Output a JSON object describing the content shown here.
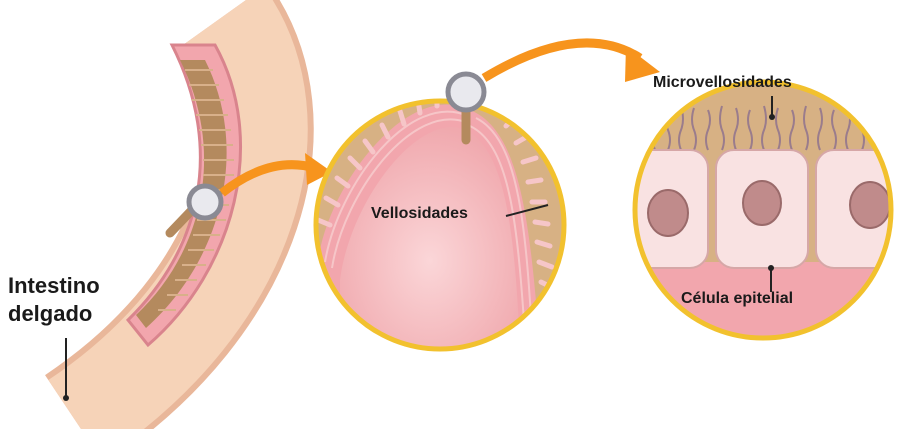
{
  "labels": {
    "intestino_line1": "Intestino",
    "intestino_line2": "delgado",
    "vellosidades": "Vellosidades",
    "microvellosidades": "Microvellosidades",
    "celula": "Célula epitelial"
  },
  "colors": {
    "tube_outer": "#f3c7a6",
    "tube_inner": "#f2a6ad",
    "villi": "#b48a5e",
    "circle_rim": "#f2c12e",
    "bg_tan": "#d7b184",
    "pink": "#f4b9bd",
    "arrow": "#f7941d",
    "cell": "#f9e2e2",
    "nucleus": "#c08b8b"
  }
}
